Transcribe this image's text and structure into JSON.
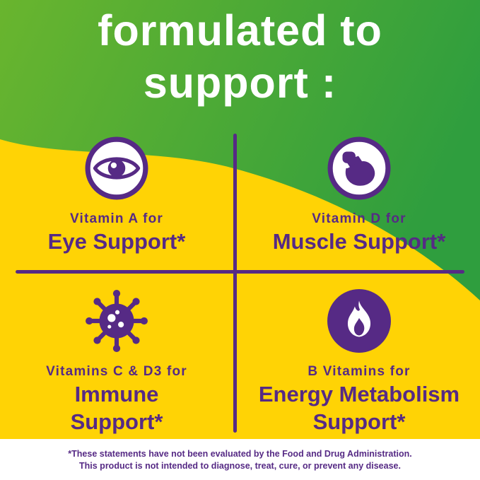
{
  "heading": {
    "line1": "formulated to",
    "line2": "support :"
  },
  "quadrants": [
    {
      "id": "eye",
      "icon": "eye-icon",
      "line1": "Vitamin A for",
      "line2": "Eye Support*"
    },
    {
      "id": "muscle",
      "icon": "muscle-icon",
      "line1": "Vitamin D for",
      "line2": "Muscle Support*"
    },
    {
      "id": "immune",
      "icon": "virus-icon",
      "line1": "Vitamins C & D3 for",
      "line2": "Immune",
      "line3": "Support*"
    },
    {
      "id": "energy",
      "icon": "flame-icon",
      "line1": "B Vitamins for",
      "line2": "Energy Metabolism",
      "line3": "Support*"
    }
  ],
  "disclaimer": {
    "line1": "*These statements have not been evaluated by the Food and Drug Administration.",
    "line2": "This product is not intended to diagnose, treat, cure, or prevent any disease."
  },
  "colors": {
    "green_light": "#69b52e",
    "green_dark": "#2f9e3e",
    "yellow": "#ffd305",
    "purple": "#562a85",
    "white": "#ffffff"
  }
}
